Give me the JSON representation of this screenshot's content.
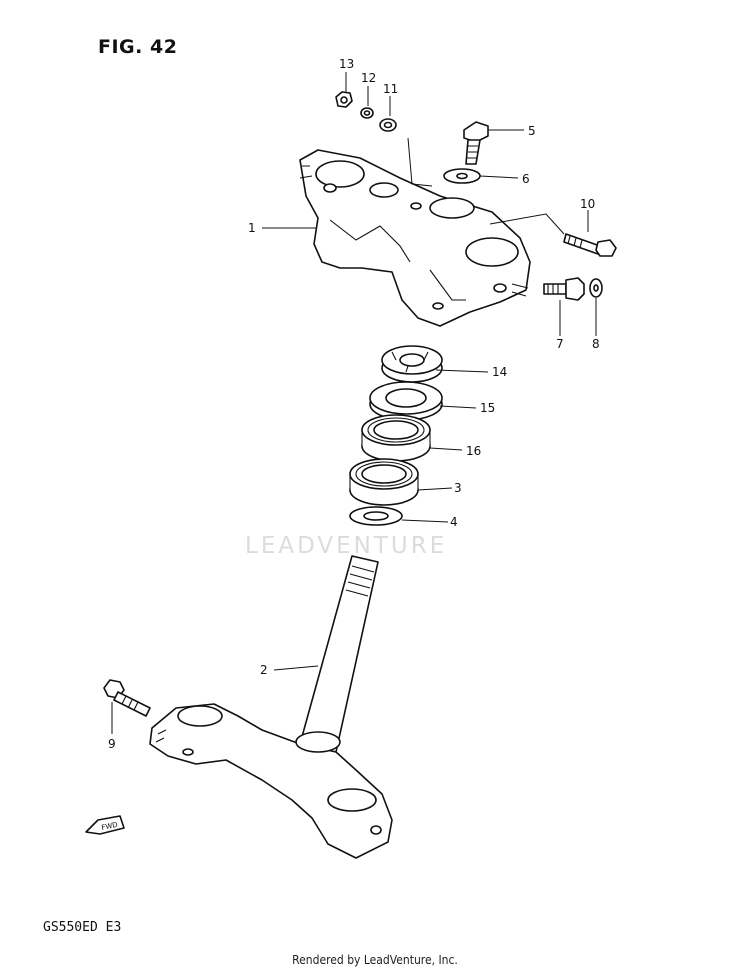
{
  "figure": {
    "title": "FIG. 42",
    "model_code": "GS550ED  E3"
  },
  "watermark": "LEADVENTURE",
  "footer": "Rendered by LeadVenture, Inc.",
  "fwd_label": "FWD",
  "callouts": {
    "c1": "1",
    "c2": "2",
    "c3": "3",
    "c4": "4",
    "c5": "5",
    "c6": "6",
    "c7": "7",
    "c8": "8",
    "c9": "9",
    "c10": "10",
    "c11": "11",
    "c12": "12",
    "c13": "13",
    "c14": "14",
    "c15": "15",
    "c16": "16"
  }
}
